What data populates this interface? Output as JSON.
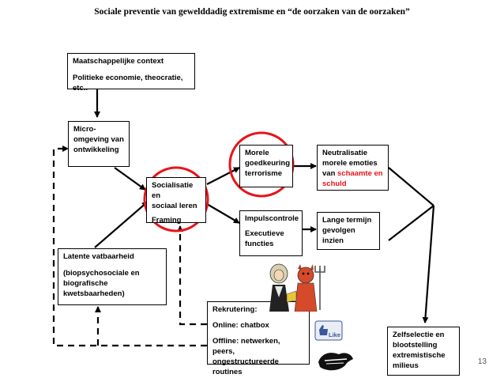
{
  "title": "Sociale preventie van gewelddadig extremisme en “de oorzaken van de oorzaken”",
  "boxes": {
    "maatschappelijk": {
      "line1": "Maatschappelijke context",
      "line2": "Politieke economie, theocratie, etc.."
    },
    "micro": {
      "line1": "Micro-",
      "line2": "omgeving van",
      "line3": "ontwikkeling"
    },
    "socialisatie": {
      "line1": "Socialisatie en",
      "line2": "sociaal leren",
      "line3": "Framing"
    },
    "latente": {
      "line1": "Latente vatbaarheid",
      "line2": "(biopsychosociale en",
      "line3": "biografische",
      "line4": "kwetsbaarheden)"
    },
    "morele": {
      "line1": "Morele",
      "line2": "goedkeuring",
      "line3": "terrorisme"
    },
    "impuls": {
      "line1": "Impulscontrole",
      "line2": "Executieve",
      "line3": "functies"
    },
    "neutralisatie": {
      "line1": "Neutralisatie",
      "line2": "morele emoties",
      "line3_a": "van ",
      "line3_b": "schaamte en",
      "line4": "schuld"
    },
    "lange": {
      "line1": "Lange termijn",
      "line2": "gevolgen",
      "line3": "inzien"
    },
    "rekrutering": {
      "line1": "Rekrutering:",
      "line2": "Online: chatbox",
      "line3": "Offline: netwerken, peers,",
      "line4": "ongestructureerde routines"
    },
    "zelfselectie": {
      "line1": "Zelfselectie en",
      "line2": "blootstelling",
      "line3": "extremistische",
      "line4": "milieus"
    }
  },
  "like_label": "Like",
  "page_number": "13",
  "colors": {
    "highlight_circle": "#e8141b",
    "red_text": "#e8141b",
    "facebook_blue": "#3b5998"
  }
}
